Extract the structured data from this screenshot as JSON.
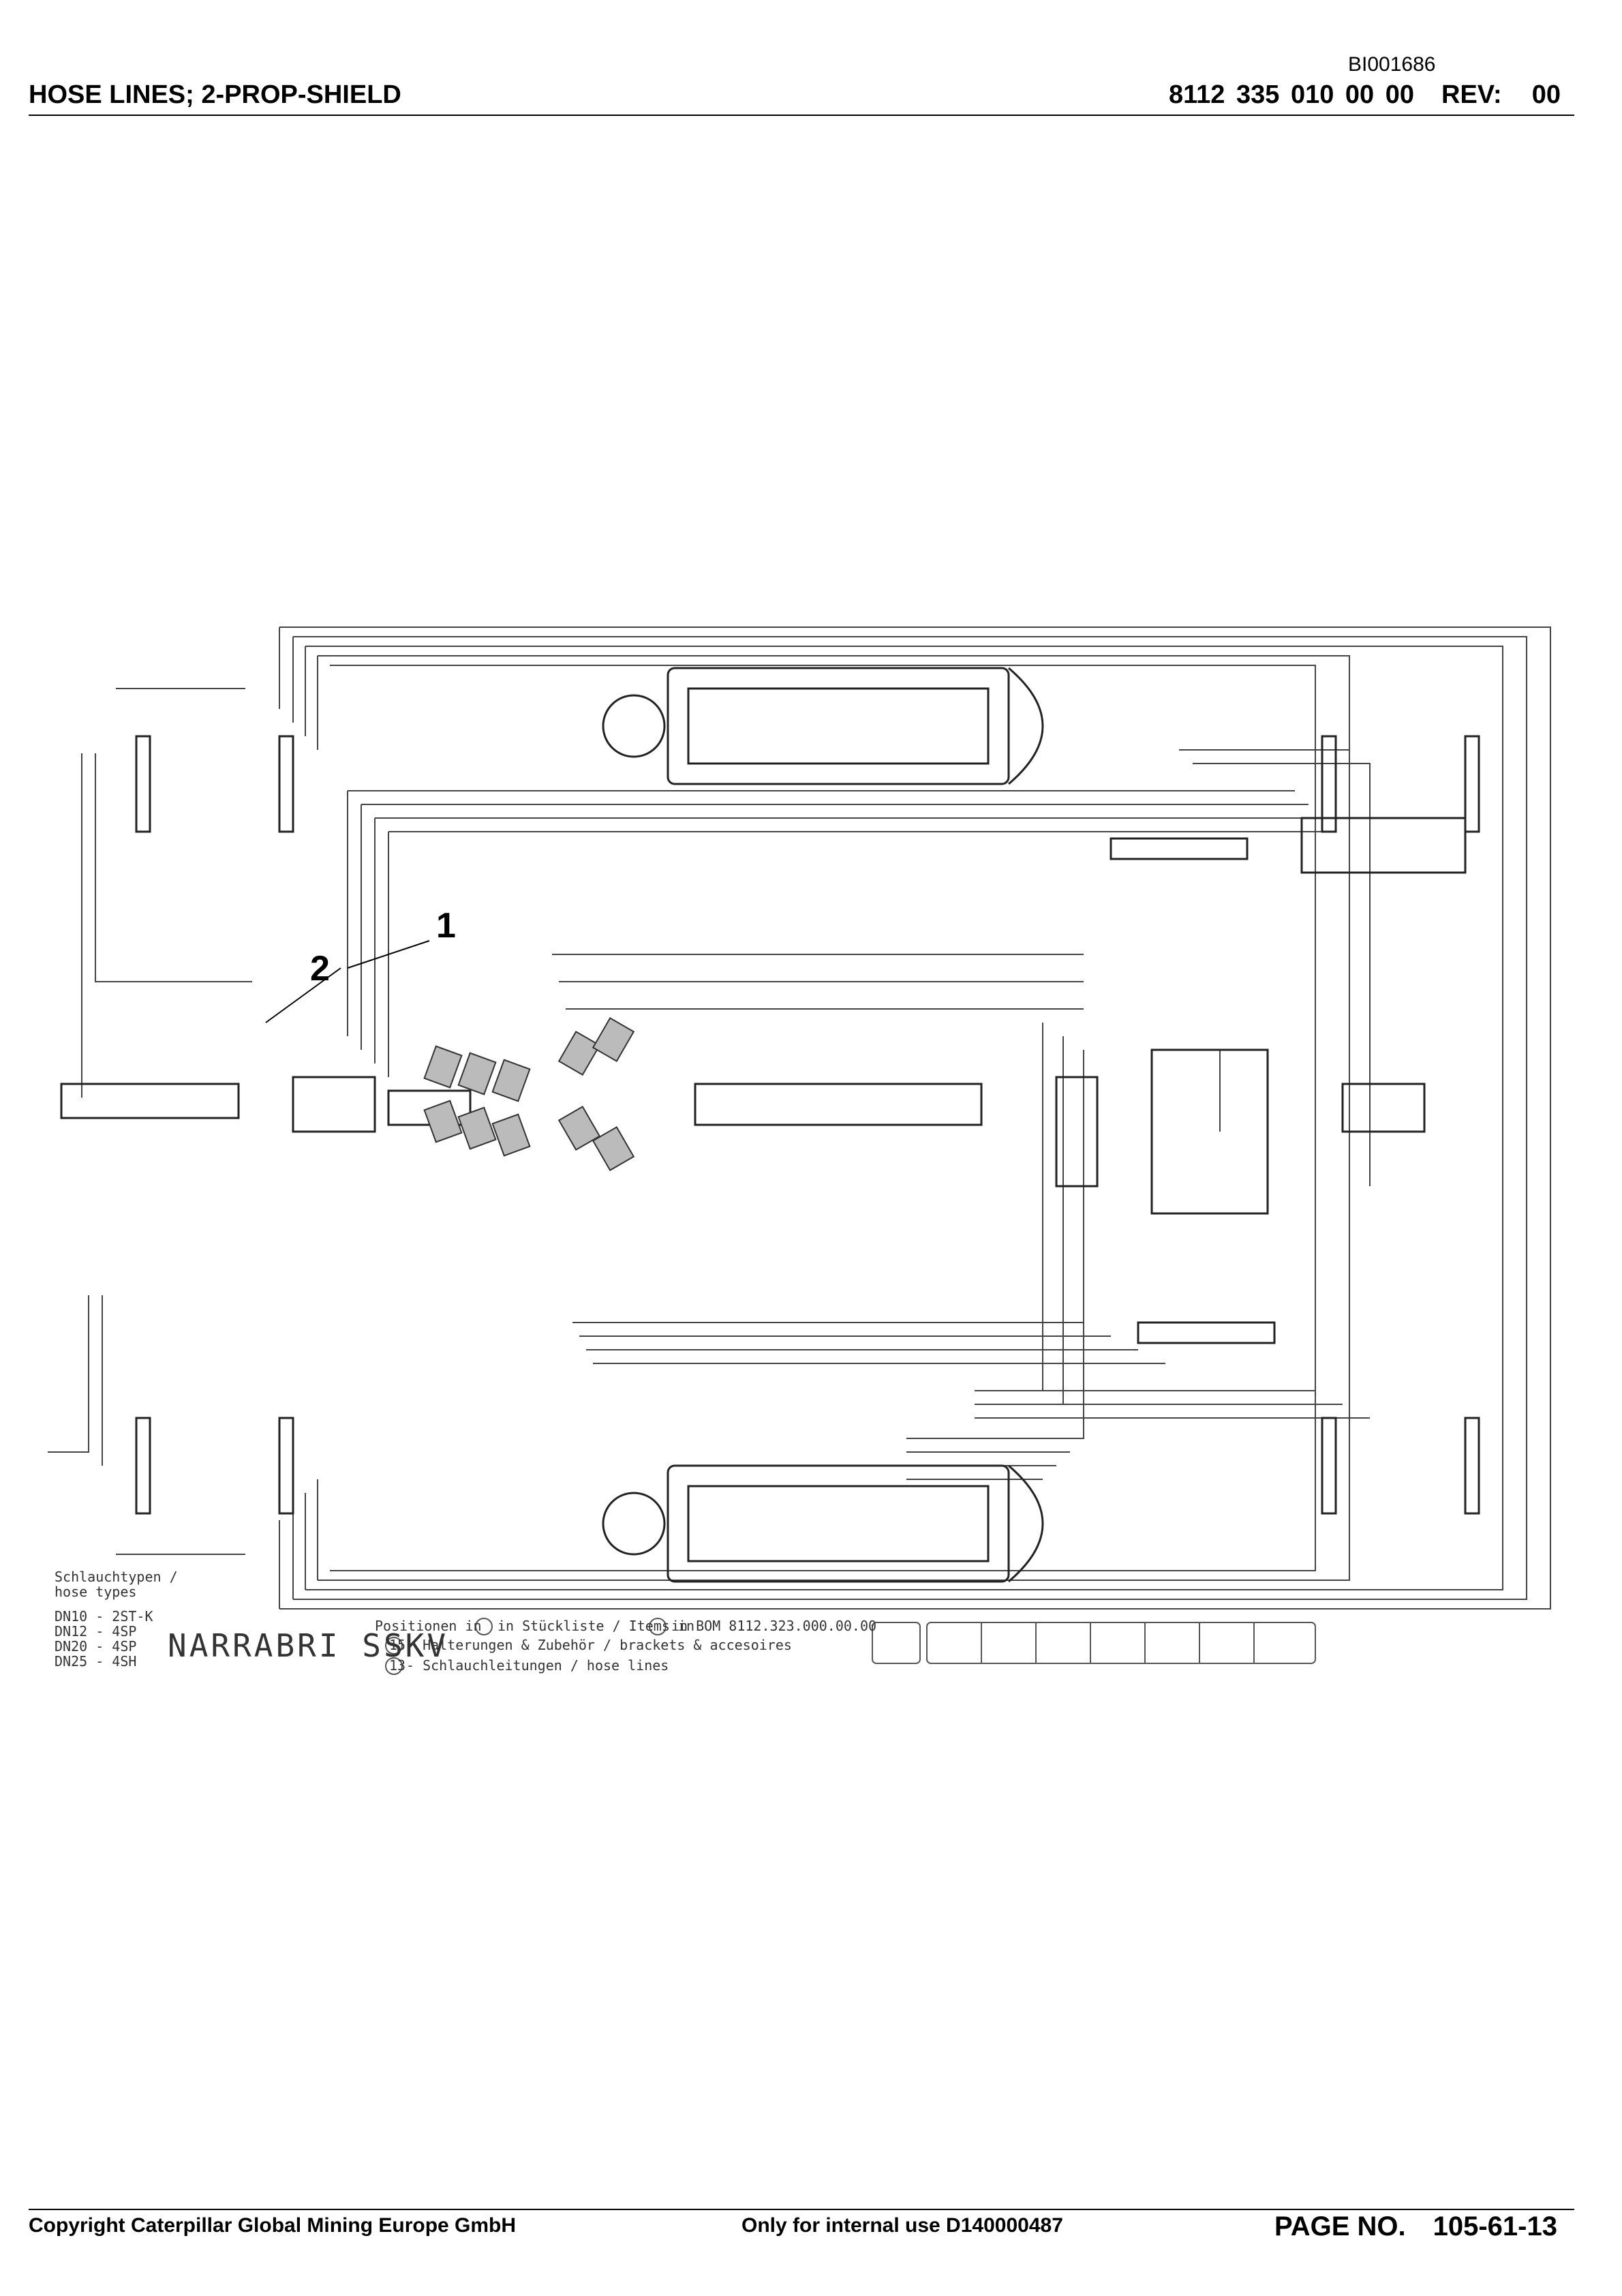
{
  "header": {
    "doc_id": "BI001686",
    "title": "HOSE LINES; 2-PROP-SHIELD",
    "part_number": "8112 335 010 00 00",
    "rev_label": "REV:",
    "rev_value": "00"
  },
  "drawing": {
    "callouts": [
      "1",
      "2"
    ],
    "hose_types_title": [
      "Schlauchtypen /",
      "hose types"
    ],
    "hose_types": [
      "DN10 - 2ST-K",
      "DN12 - 4SP",
      "DN20 - 4SP",
      "DN25 - 4SH"
    ],
    "name": "NARRABRI SSKV",
    "legend": {
      "positions": "Positionen in",
      "in_stueckliste": "in Stückliste / Items in",
      "in_bom": "in BOM  8112.323.000.00.00",
      "brackets_num": "15",
      "brackets": "- Halterungen & Zubehör / brackets & accesoires",
      "hoses_num": "13",
      "hoses": "- Schlauchleitungen / hose lines"
    }
  },
  "footer": {
    "copyright": "Copyright Caterpillar Global Mining Europe GmbH",
    "internal": "Only for internal use D140000487",
    "page_label": "PAGE NO.",
    "page_number": "105-61-13"
  }
}
